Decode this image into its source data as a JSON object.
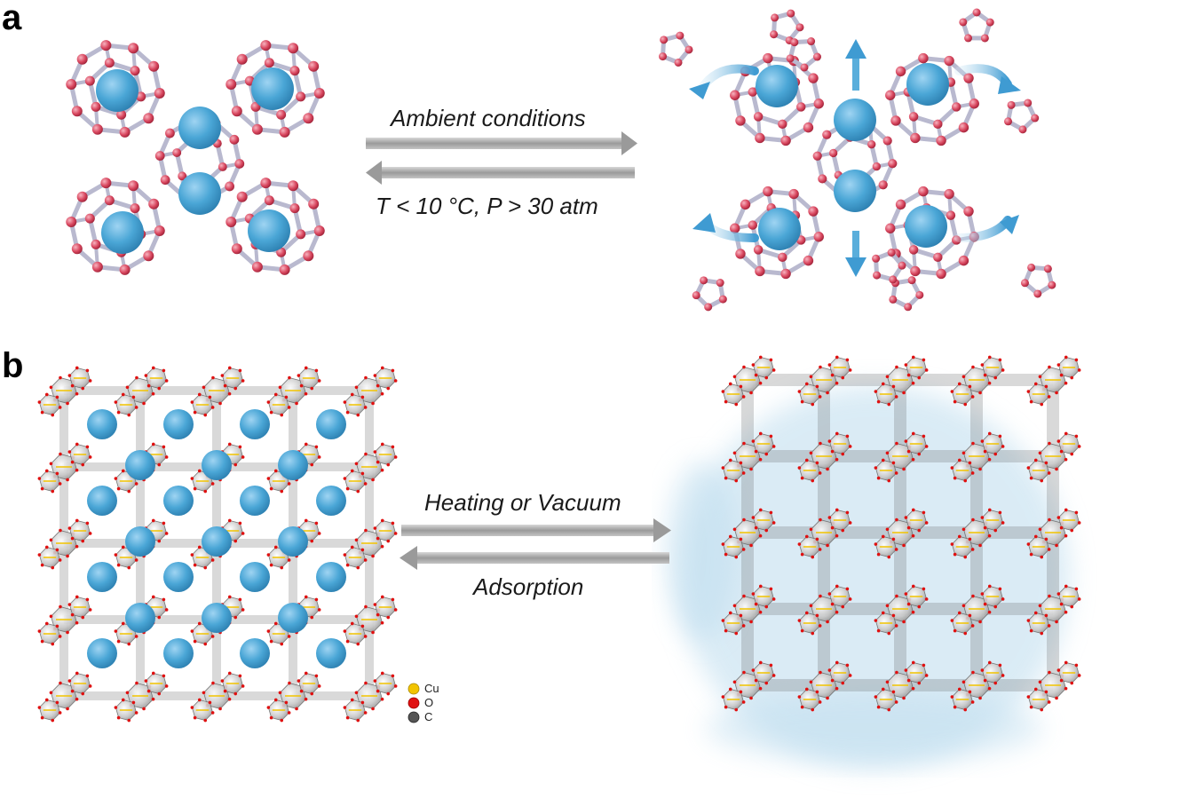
{
  "panels": {
    "a": {
      "label": "a",
      "forward_condition": "Ambient conditions",
      "reverse_condition": "T < 10 °C, P > 30 atm"
    },
    "b": {
      "label": "b",
      "forward_condition": "Heating or Vacuum",
      "reverse_condition": "Adsorption"
    }
  },
  "legend": {
    "items": [
      {
        "symbol": "Cu",
        "color": "#f2c400"
      },
      {
        "symbol": "O",
        "color": "#e01010"
      },
      {
        "symbol": "C",
        "color": "#555555"
      }
    ]
  },
  "colors": {
    "guest_sphere": "#4aa6d6",
    "oxygen_node": "#d9475f",
    "bond": "#b9b9cf",
    "arrow": "#a8a8a8",
    "cloud": "#bcdcee"
  }
}
